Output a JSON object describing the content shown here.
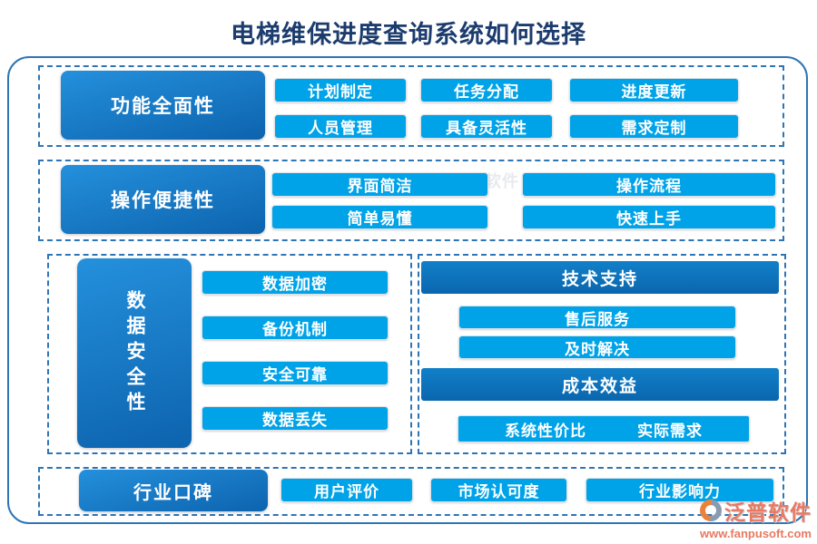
{
  "title": "电梯维保进度查询系统如何选择",
  "colors": {
    "title_navy": "#1c3c6e",
    "frame_blue": "#2e75b6",
    "category_gradient_top": "#2490dc",
    "category_gradient_bottom": "#0d63ae",
    "item_cyan": "#00a3e8",
    "brand_salmon": "#e87a62"
  },
  "sec_function": {
    "label": "功能全面性",
    "items": [
      "计划制定",
      "任务分配",
      "进度更新",
      "人员管理",
      "具备灵活性",
      "需求定制"
    ]
  },
  "sec_operation": {
    "label": "操作便捷性",
    "items": [
      "界面简洁",
      "操作流程",
      "简单易懂",
      "快速上手"
    ]
  },
  "sec_data_security": {
    "label": "数据安全性",
    "items": [
      "数据加密",
      "备份机制",
      "安全可靠",
      "数据丢失"
    ]
  },
  "sec_tech_support": {
    "header": "技术支持",
    "items": [
      "售后服务",
      "及时解决"
    ]
  },
  "sec_cost": {
    "header": "成本效益",
    "items": [
      "系统性价比",
      "实际需求"
    ]
  },
  "sec_reputation": {
    "label": "行业口碑",
    "items": [
      "用户评价",
      "市场认可度",
      "行业影响力"
    ]
  },
  "brand": {
    "name": "泛普软件",
    "website": "www.fanpusoft.com"
  }
}
